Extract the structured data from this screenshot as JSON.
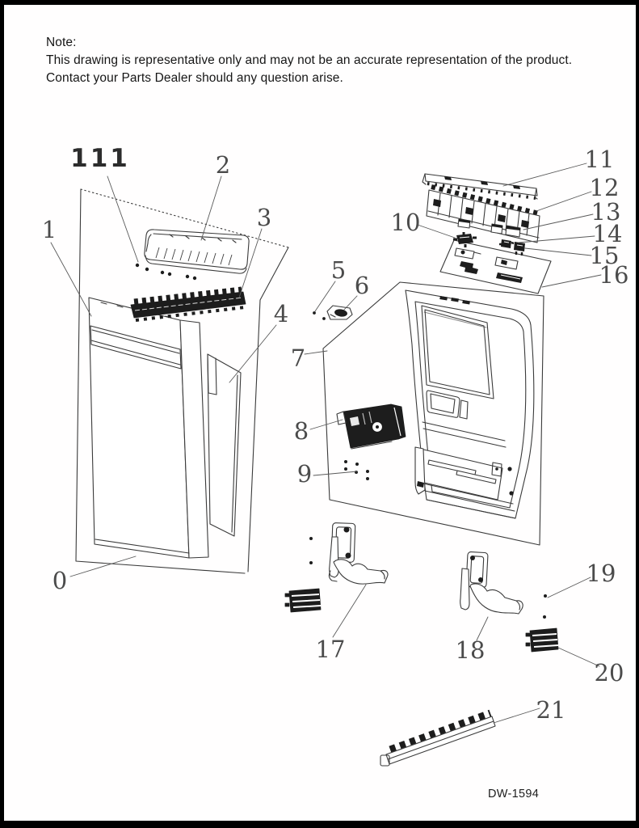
{
  "note": {
    "heading": "Note:",
    "line1": "This drawing is representative only and may not be an accurate representation of the product.",
    "line2": "Contact your Parts Dealer should any question arise."
  },
  "footer": {
    "drawing_number": "DW-1594"
  },
  "callouts": {
    "n111": "111",
    "n0": "0",
    "n1": "1",
    "n2": "2",
    "n3": "3",
    "n4": "4",
    "n5": "5",
    "n6": "6",
    "n7": "7",
    "n8": "8",
    "n9": "9",
    "n10": "10",
    "n11": "11",
    "n12": "12",
    "n13": "13",
    "n14": "14",
    "n15": "15",
    "n16": "16",
    "n17": "17",
    "n18": "18",
    "n19": "19",
    "n20": "20",
    "n21": "21"
  },
  "colors": {
    "paper": "#ffffff",
    "frame": "#000000",
    "ink": "#3a3a3a",
    "dark_fill": "#1d1d1d",
    "label_gray": "#4b4b4b"
  }
}
